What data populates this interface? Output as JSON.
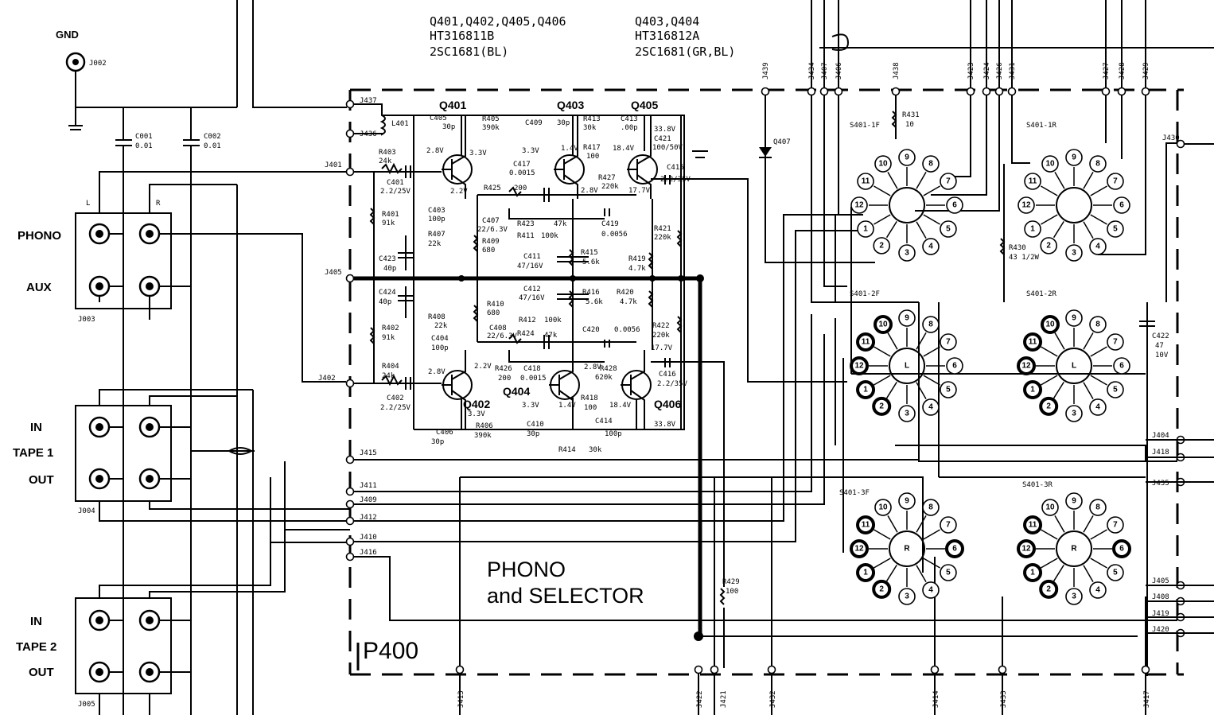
{
  "header": {
    "group1_list": "Q401,Q402,Q405,Q406",
    "group1_part": "HT316811B",
    "group1_type": "2SC1681(BL)",
    "group2_list": "Q403,Q404",
    "group2_part": "HT316812A",
    "group2_type": "2SC1681(GR,BL)"
  },
  "inputs": {
    "gnd_label": "GND",
    "gnd_jack": "J002",
    "c001": "C001",
    "c001_val": "0.01",
    "c002": "C002",
    "c002_val": "0.01",
    "l": "L",
    "r": "R",
    "phono": "PHONO",
    "aux": "AUX",
    "j003": "J003",
    "tape1_in": "IN",
    "tape1_name": "TAPE 1",
    "tape1_out": "OUT",
    "j004": "J004",
    "tape2_in": "IN",
    "tape2_name": "TAPE 2",
    "tape2_out": "OUT",
    "j005": "J005"
  },
  "board": {
    "title_line1": "PHONO",
    "title_line2": "and SELECTOR",
    "name": "P400"
  },
  "transistors": [
    "Q401",
    "Q403",
    "Q405",
    "Q402",
    "Q404",
    "Q406",
    "Q407"
  ],
  "components_top": [
    {
      "t": "R405",
      "v": "390k"
    },
    {
      "t": "C405",
      "v": "30p"
    },
    {
      "t": "C409",
      "v": "30p"
    },
    {
      "t": "R413",
      "v": "30k"
    },
    {
      "t": "C413",
      "v": ".00p"
    },
    {
      "t": "R403",
      "v": "24k"
    },
    {
      "t": "C401",
      "v": "2.2/25V"
    },
    {
      "t": "C417",
      "v": "0.0015"
    },
    {
      "t": "R417",
      "v": "100"
    },
    {
      "t": "R427",
      "v": "220k"
    },
    {
      "t": "C421",
      "v": "100/50V"
    },
    {
      "t": "C415",
      "v": "2.2/35V"
    },
    {
      "t": "R425",
      "v": "200"
    },
    {
      "t": "C403",
      "v": "100p"
    },
    {
      "t": "C407",
      "v": "22/6.3V"
    },
    {
      "t": "R423",
      "v": "47k"
    },
    {
      "t": "C419",
      "v": "0.0056"
    },
    {
      "t": "R421",
      "v": "220k"
    },
    {
      "t": "R401",
      "v": "91k"
    },
    {
      "t": "R407",
      "v": "22k"
    },
    {
      "t": "R409",
      "v": "680"
    },
    {
      "t": "R411",
      "v": "100k"
    },
    {
      "t": "C411",
      "v": "47/16V"
    },
    {
      "t": "R415",
      "v": "5.6k"
    },
    {
      "t": "R419",
      "v": "4.7k"
    },
    {
      "t": "C423",
      "v": "40p"
    },
    {
      "t": "L401",
      "v": ""
    }
  ],
  "components_bottom": [
    {
      "t": "C424",
      "v": "40p"
    },
    {
      "t": "R410",
      "v": "680"
    },
    {
      "t": "C412",
      "v": "47/16V"
    },
    {
      "t": "R416",
      "v": "5.6k"
    },
    {
      "t": "R420",
      "v": "4.7k"
    },
    {
      "t": "R408",
      "v": "22k"
    },
    {
      "t": "R412",
      "v": "100k"
    },
    {
      "t": "R402",
      "v": "91k"
    },
    {
      "t": "C408",
      "v": "22/6.3V"
    },
    {
      "t": "R424",
      "v": "47k"
    },
    {
      "t": "C420",
      "v": "0.0056"
    },
    {
      "t": "R422",
      "v": "220k"
    },
    {
      "t": "C404",
      "v": "100p"
    },
    {
      "t": "R426",
      "v": "200"
    },
    {
      "t": "C418",
      "v": "0.0015"
    },
    {
      "t": "R428",
      "v": "620k"
    },
    {
      "t": "C416",
      "v": "2.2/35V"
    },
    {
      "t": "R404",
      "v": "24k"
    },
    {
      "t": "C402",
      "v": "2.2/25V"
    },
    {
      "t": "R418",
      "v": "100"
    },
    {
      "t": "C414",
      "v": "100p"
    },
    {
      "t": "C406",
      "v": "30p"
    },
    {
      "t": "R406",
      "v": "390k"
    },
    {
      "t": "C410",
      "v": "30p"
    },
    {
      "t": "R414",
      "v": "30k"
    }
  ],
  "voltages": {
    "v_q401c": "3.3V",
    "v_q401e": "2.8V",
    "v_q401b": "2.2V",
    "v_q403c": "3.3V",
    "v_q403e": "1.4V",
    "v_q403b": "2.8V",
    "v_q405e": "18.4V",
    "v_q405b": "17.7V",
    "v_supply": "33.8V",
    "v_q402e": "2.8V",
    "v_q402b": "2.2V",
    "v_q402c": "3.3V",
    "v_q404e": "2.8V",
    "v_q404c": "3.3V",
    "v_q404b": "1.4V",
    "v_q406e": "18.4V",
    "v_q406b": "17.7V",
    "v_supply2": "33.8V"
  },
  "right_parts": {
    "r431": "R431",
    "r431_v": "10",
    "r430": "R430",
    "r430_v": "43 1/2W",
    "r429": "R429",
    "r429_v": "100",
    "c422": "C422",
    "c422_v": "47",
    "c422_v2": "10V"
  },
  "switches": [
    {
      "name": "S401-1F",
      "center": ""
    },
    {
      "name": "S401-1R",
      "center": ""
    },
    {
      "name": "S401-2F",
      "center": "L"
    },
    {
      "name": "S401-2R",
      "center": "L"
    },
    {
      "name": "S401-3F",
      "center": "R"
    },
    {
      "name": "S401-3R",
      "center": "R"
    }
  ],
  "pin_numbers": [
    "1",
    "2",
    "3",
    "4",
    "5",
    "6",
    "7",
    "8",
    "9",
    "10",
    "11",
    "12"
  ],
  "left_terminals": [
    "J437",
    "J436",
    "J401",
    "J405",
    "J402",
    "J415",
    "J411",
    "J409",
    "J412",
    "J410",
    "J416"
  ],
  "top_terminals": [
    "J439",
    "J434",
    "J407",
    "J406",
    "J438",
    "J423",
    "J424",
    "J426",
    "J431",
    "J427",
    "J428",
    "J429"
  ],
  "bottom_terminals": [
    "J413",
    "J422",
    "J421",
    "J432",
    "J414",
    "J433",
    "J417"
  ],
  "right_terminals": [
    "J430",
    "J404",
    "J418",
    "J435",
    "J405",
    "J408",
    "J419",
    "J420"
  ],
  "colors": {
    "ink": "#000000",
    "paper": "#ffffff"
  }
}
